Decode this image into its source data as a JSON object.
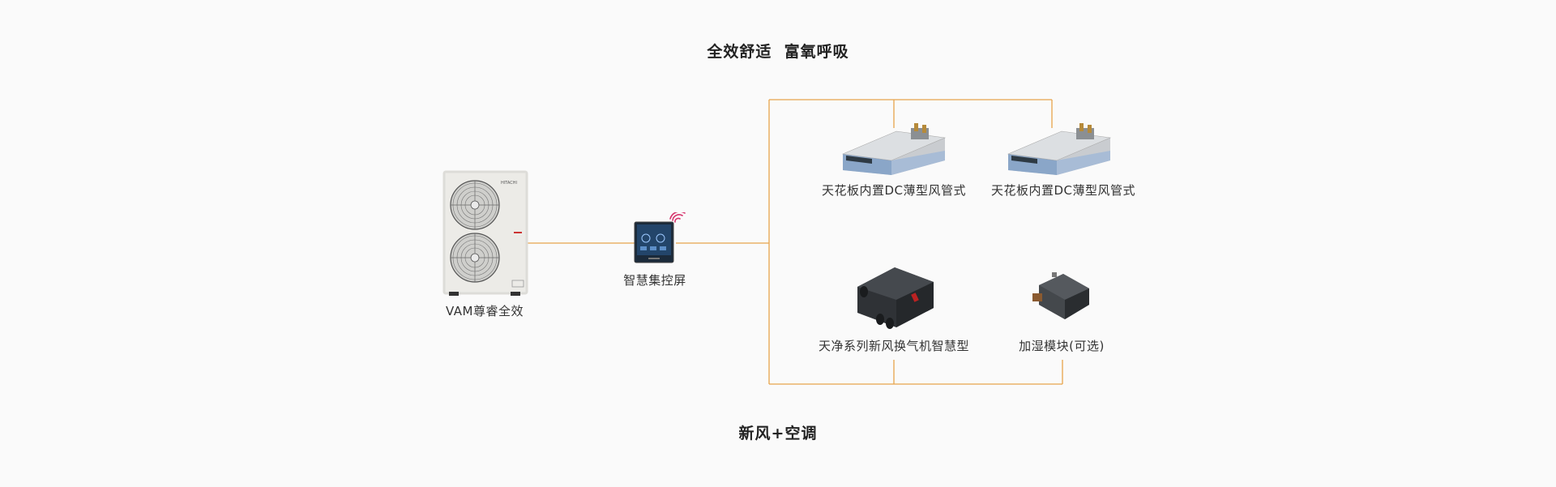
{
  "titles": {
    "top": "全效舒适  富氧呼吸",
    "bottom": "新风+空调"
  },
  "colors": {
    "line": "#e8a54c",
    "wifi": "#d6336c",
    "background": "#fafafa"
  },
  "devices": {
    "outdoor_unit": {
      "label": "VAM尊睿全效",
      "brand": "HITACHI"
    },
    "controller": {
      "label": "智慧集控屏"
    },
    "duct_unit_1": {
      "label": "天花板内置DC薄型风管式"
    },
    "duct_unit_2": {
      "label": "天花板内置DC薄型风管式"
    },
    "erv": {
      "label": "天净系列新风换气机智慧型"
    },
    "humidifier": {
      "label": "加湿模块(可选)"
    }
  }
}
